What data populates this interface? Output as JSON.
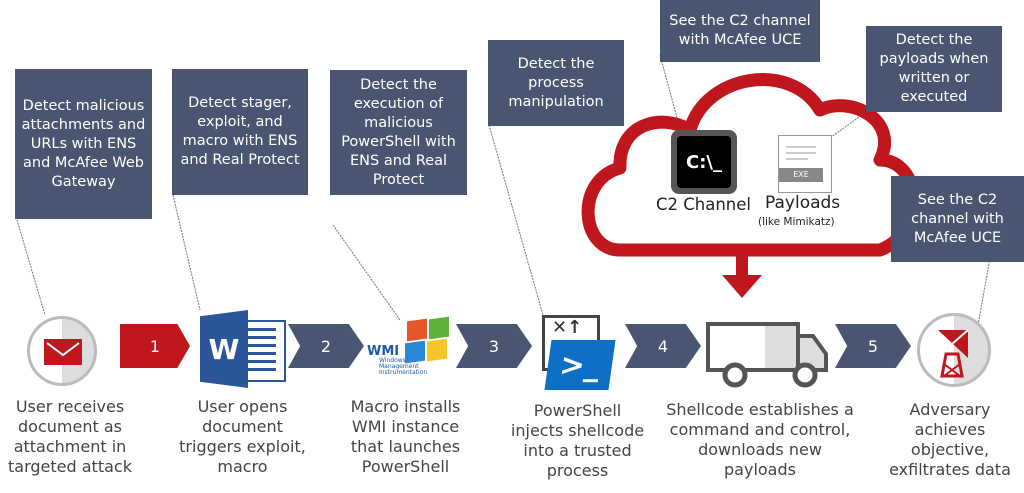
{
  "callouts": [
    {
      "id": "email",
      "text": "Detect malicious attachments and URLs with ENS and McAfee Web Gateway"
    },
    {
      "id": "stager",
      "text": "Detect stager, exploit, and macro with ENS and Real Protect"
    },
    {
      "id": "powershell",
      "text": "Detect the execution of malicious PowerShell with ENS and Real Protect"
    },
    {
      "id": "process",
      "text": "Detect the process manipulation"
    },
    {
      "id": "c2-top",
      "text": "See the C2 channel with McAfee UCE"
    },
    {
      "id": "payloads",
      "text": "Detect the payloads when written or executed"
    },
    {
      "id": "c2-right",
      "text": "See the C2 channel with McAfee UCE"
    }
  ],
  "cloud": {
    "c2_label": "C2 Channel",
    "terminal_prompt": "C:\\_",
    "payloads_label": "Payloads",
    "payloads_sub": "(like Mimikatz)",
    "exe_tag": "EXE"
  },
  "steps": [
    "1",
    "2",
    "3",
    "4",
    "5"
  ],
  "wmi": {
    "logo": "WMI",
    "sub": "Windows Management Instrumentation"
  },
  "word_letter": "W",
  "captions": [
    "User receives document as attachment in targeted attack",
    "User opens document triggers exploit, macro",
    "Macro installs WMI instance that launches PowerShell",
    "PowerShell injects shellcode into a trusted process",
    "Shellcode establishes a command and control, downloads new payloads",
    "Adversary achieves objective, exfiltrates data"
  ],
  "colors": {
    "box": "#4a5671",
    "red": "#c0161e",
    "chevron": "#4a5671"
  }
}
